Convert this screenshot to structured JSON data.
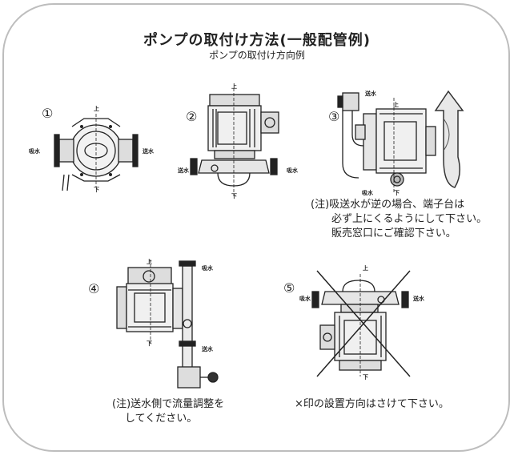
{
  "title": "ポンプの取付け方法(一般配管例)",
  "subtitle": "ポンプの取付け方向例",
  "figures": [
    {
      "num": "①",
      "labels": {
        "top": "上",
        "bottom": "下",
        "suction": "吸水",
        "discharge": "送水"
      }
    },
    {
      "num": "②",
      "labels": {
        "top": "上",
        "bottom": "下",
        "suction": "吸水",
        "discharge": "送水"
      }
    },
    {
      "num": "③",
      "labels": {
        "top": "上",
        "bottom": "下",
        "suction": "吸水",
        "discharge": "送水"
      }
    },
    {
      "num": "④",
      "labels": {
        "top": "上",
        "bottom": "下",
        "suction": "吸水",
        "discharge": "送水"
      }
    },
    {
      "num": "⑤",
      "labels": {
        "top": "上",
        "bottom": "下",
        "suction": "吸水",
        "discharge": "送水"
      }
    }
  ],
  "notes": {
    "fig3": [
      "(注)吸送水が逆の場合、端子台は",
      "必ず上にくるようにして下さい。",
      "販売窓口にご確認下さい。"
    ],
    "fig4": [
      "(注)送水側で流量調整を",
      "してください。"
    ],
    "fig5": "×印の設置方向はさけて下さい。"
  },
  "icons": [
    "rotation-arrow-icon",
    "cross-mark-icon"
  ]
}
